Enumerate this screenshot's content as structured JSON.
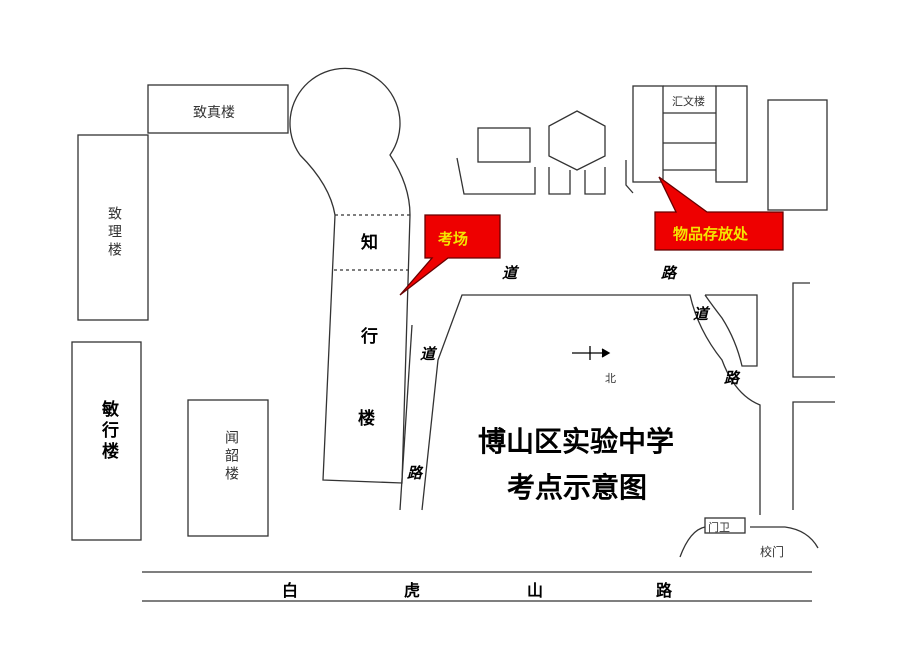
{
  "buildings": {
    "zhizhen": "致真楼",
    "zhili": "致理楼",
    "minxing": "敏行楼",
    "wenshao": "闻韶楼",
    "zhixing": [
      "知",
      "行",
      "楼"
    ],
    "huiwen": "汇文楼",
    "menwei": "门卫",
    "xiaomen": "校门"
  },
  "callouts": {
    "exam_room": "考场",
    "storage": "物品存放处"
  },
  "roads": {
    "dao": "道",
    "lu": "路",
    "street": [
      "白",
      "虎",
      "山",
      "路"
    ]
  },
  "compass": {
    "north": "北"
  },
  "title": {
    "line1": "博山区实验中学",
    "line2": "考点示意图"
  },
  "colors": {
    "callout_fill": "#ee0000",
    "callout_text": "#f5e400"
  }
}
